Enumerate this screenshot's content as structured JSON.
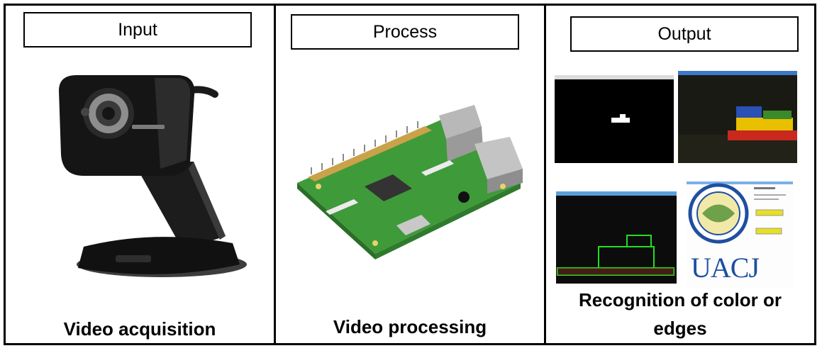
{
  "stages": [
    {
      "label": "Input",
      "caption": "Video acquisition",
      "image": "webcam-image"
    },
    {
      "label": "Process",
      "caption": "Video processing",
      "image": "raspberry-pi-image"
    },
    {
      "label": "Output",
      "caption_lines": [
        "Recognition of color or",
        "edges"
      ],
      "image": "output-screenshots"
    }
  ],
  "output_panel": {
    "logo_text": "UACJ"
  },
  "colors": {
    "border": "#000000",
    "pcb_green": "#3f9a3a",
    "edge_green": "#22dd22",
    "logo_blue": "#1e4fa0",
    "lego_yellow": "#e8c000",
    "lego_red": "#c8281e",
    "lego_blue": "#2a4fb5"
  }
}
